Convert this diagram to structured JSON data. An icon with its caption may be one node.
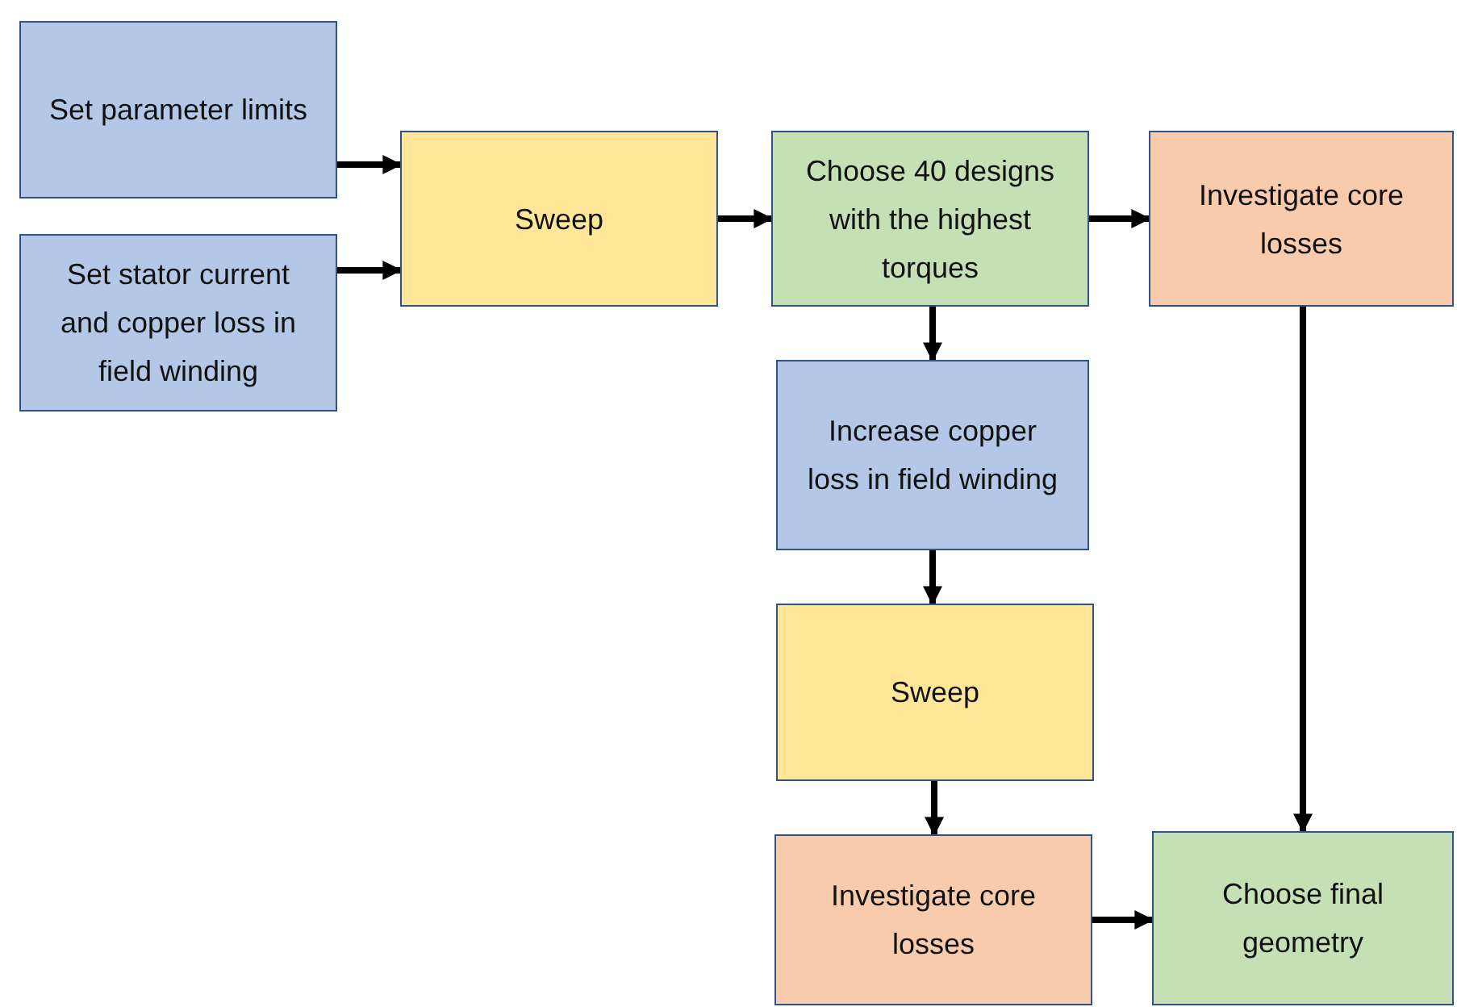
{
  "diagram": {
    "nodes": [
      {
        "text": [
          "Set parameter limits"
        ]
      },
      {
        "text": [
          "Set stator current and copper loss in field winding"
        ]
      },
      {
        "text": [
          "Sweep"
        ]
      },
      {
        "text": [
          "Choose 40 designs with the highest torques"
        ]
      },
      {
        "text": [
          "Investigate core losses"
        ]
      },
      {
        "text": [
          "Increase copper loss in field winding"
        ]
      },
      {
        "text": [
          "Sweep"
        ]
      },
      {
        "text": [
          "Investigate core losses"
        ]
      },
      {
        "text": [
          "Choose final geometry"
        ]
      }
    ],
    "edges": [
      {
        "from": 0,
        "to": 2,
        "arrow": "to"
      },
      {
        "from": 1,
        "to": 2,
        "arrow": "to"
      },
      {
        "from": 2,
        "to": 3,
        "arrow": "to"
      },
      {
        "from": 3,
        "to": 4,
        "arrow": "to"
      },
      {
        "from": 3,
        "to": 5,
        "arrow": "to"
      },
      {
        "from": 5,
        "to": 6,
        "arrow": "to"
      },
      {
        "from": 6,
        "to": 7,
        "arrow": "to"
      },
      {
        "from": 7,
        "to": 8,
        "arrow": "to"
      },
      {
        "from": 4,
        "to": 8,
        "arrow": "to"
      }
    ]
  }
}
